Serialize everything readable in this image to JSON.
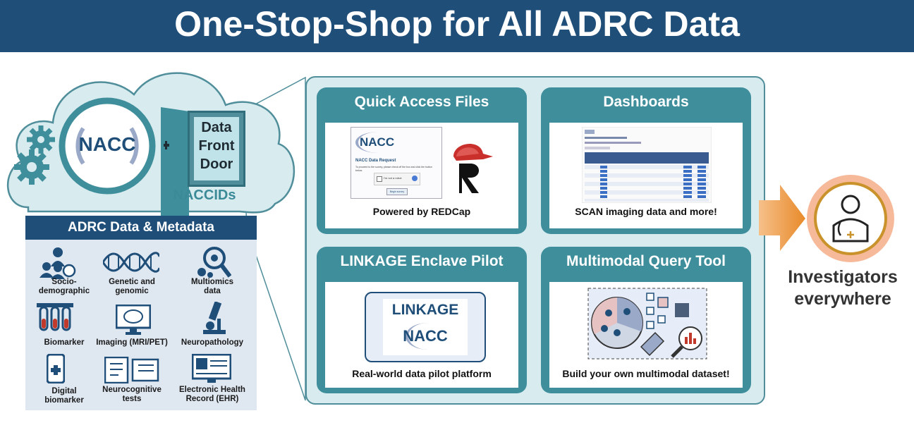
{
  "header": {
    "title": "One-Stop-Shop for All ADRC Data"
  },
  "cloud": {
    "logo": "NACC",
    "door_lines": [
      "Data",
      "Front",
      "Door"
    ],
    "ids_label": "NACCIDs"
  },
  "metadata": {
    "title": "ADRC Data & Metadata",
    "items": [
      {
        "label_lines": [
          "Socio-",
          "demographic"
        ],
        "icon": "people-icon"
      },
      {
        "label_lines": [
          "Genetic and",
          "genomic"
        ],
        "icon": "dna-icon"
      },
      {
        "label_lines": [
          "Multiomics",
          "data"
        ],
        "icon": "magnifier-gears-icon"
      },
      {
        "label_lines": [
          "Biomarker"
        ],
        "icon": "test-tubes-icon"
      },
      {
        "label_lines": [
          "Imaging (MRI/PET)"
        ],
        "icon": "brain-monitor-icon"
      },
      {
        "label_lines": [
          "Neuropathology"
        ],
        "icon": "microscope-icon"
      },
      {
        "label_lines": [
          "Digital",
          "biomarker"
        ],
        "icon": "smartphone-icon"
      },
      {
        "label_lines": [
          "Neurocognitive",
          "tests"
        ],
        "icon": "test-sheets-icon"
      },
      {
        "label_lines": [
          "Electronic Health",
          "Record (EHR)"
        ],
        "icon": "ehr-monitor-icon"
      }
    ]
  },
  "cards": {
    "quick_access": {
      "title": "Quick Access Files",
      "caption": "Powered by REDCap",
      "screenshot_logo": "NACC",
      "screenshot_heading": "NACC Data Request",
      "screenshot_note": "To proceed to the survey, please check off the box and click the button below.",
      "checkbox_label": "I'm not a robot",
      "button_label": "Begin survey"
    },
    "dashboards": {
      "title": "Dashboards",
      "caption": "SCAN imaging data and more!"
    },
    "linkage": {
      "title": "LINKAGE Enclave Pilot",
      "caption": "Real-world data pilot platform",
      "logo_top": "LINKAGE",
      "logo_bottom": "NACC"
    },
    "multimodal": {
      "title": "Multimodal Query Tool",
      "caption": "Build your own multimodal dataset!"
    }
  },
  "investigators": {
    "lines": [
      "Investigators",
      "everywhere"
    ]
  },
  "colors": {
    "navy": "#1f4e79",
    "teal": "#3f8e9b",
    "panel": "#d8ebee",
    "arrow": "#f0a040",
    "ring": "#f6b99a"
  }
}
